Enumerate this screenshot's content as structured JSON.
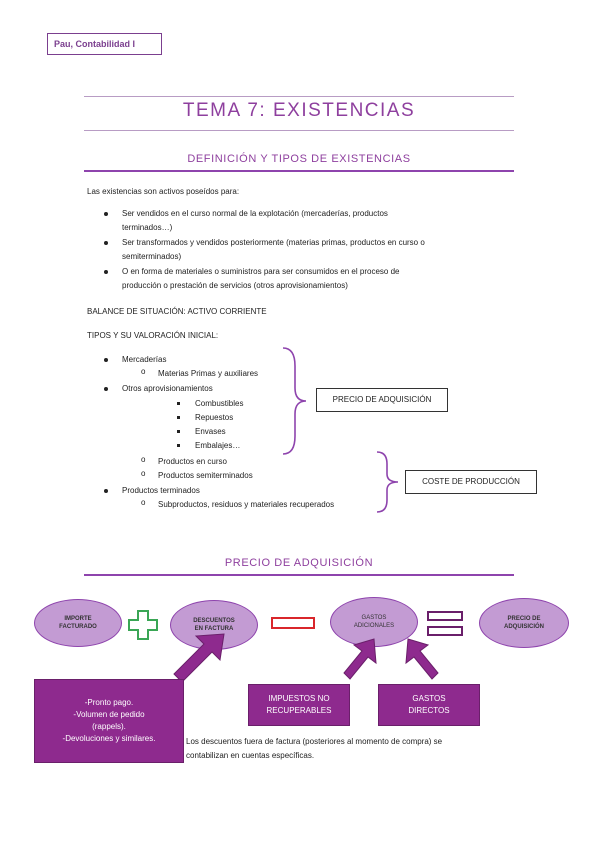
{
  "header": {
    "label": "Pau, Contabilidad I"
  },
  "title": "TEMA 7: EXISTENCIAS",
  "section1": {
    "heading": "DEFINICIÓN Y TIPOS DE EXISTENCIAS",
    "intro": "Las existencias son activos poseídos para:",
    "bullets": [
      [
        "Ser vendidos en el curso normal de la explotación (mercaderías, productos",
        "terminados…)"
      ],
      [
        "Ser transformados y vendidos posteriormente (materias primas, productos en curso o",
        "semiterminados)"
      ],
      [
        "O en forma de materiales o suministros para ser consumidos en el proceso de",
        "producción o prestación de servicios (otros aprovisionamientos)"
      ]
    ],
    "balance": "BALANCE DE SITUACIÓN: ACTIVO CORRIENTE",
    "tipos": "TIPOS Y SU VALORACIÓN INICIAL:",
    "list": {
      "mercaderias": "Mercaderías",
      "materias": "Materias Primas y auxiliares",
      "otros": "Otros aprovisionamientos",
      "combustibles": "Combustibles",
      "repuestos": "Repuestos",
      "envases": "Envases",
      "embalajes": "Embalajes…",
      "curso": "Productos en curso",
      "semiterminados": "Productos semiterminados",
      "terminados": "Productos terminados",
      "subproductos": "Subproductos, residuos y materiales recuperados"
    },
    "box_precio": "PRECIO DE ADQUISICIÓN",
    "box_coste": "COSTE DE PRODUCCIÓN"
  },
  "section2": {
    "heading": "PRECIO DE ADQUISICIÓN",
    "ellipses": {
      "importe": [
        "IMPORTE",
        "FACTURADO"
      ],
      "descuentos": [
        "DESCUENTOS",
        "EN FACTURA"
      ],
      "gastos": [
        "GASTOS",
        "ADICIONALES"
      ],
      "precio": [
        "PRECIO DE",
        "ADQUISICIÓN"
      ]
    },
    "left_box": [
      "-Pronto pago.",
      "-Volumen de pedido",
      "(rappels).",
      "-Devoluciones y similares."
    ],
    "impuestos": [
      "IMPUESTOS NO",
      "RECUPERABLES"
    ],
    "directos": [
      "GASTOS",
      "DIRECTOS"
    ],
    "note": [
      "Los descuentos fuera de factura (posteriores al momento de compra) se",
      "contabilizan en cuentas específicas."
    ]
  }
}
